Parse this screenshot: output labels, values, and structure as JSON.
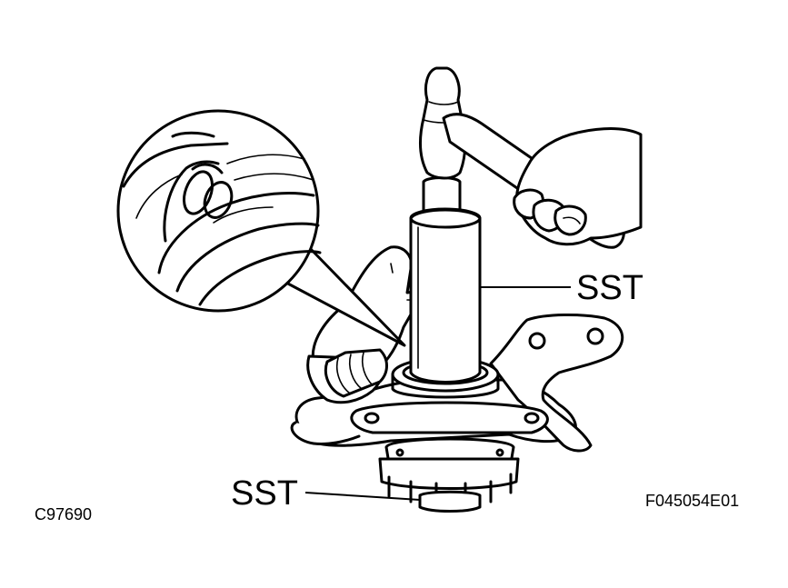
{
  "labels": {
    "sst_upper": "SST",
    "sst_lower": "SST"
  },
  "codes": {
    "left": "C97690",
    "right": "F045054E01"
  }
}
